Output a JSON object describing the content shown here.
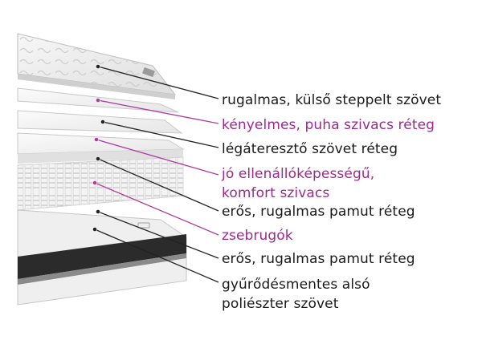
{
  "colors": {
    "black_label": "#1a1a1a",
    "purple_label": "#9b2a8e",
    "black_leader": "#222222",
    "purple_leader": "#b0399f"
  },
  "layers": [
    {
      "label": "rugalmas, külső steppelt szövet",
      "color": "black"
    },
    {
      "label": "kényelmes, puha szivacs réteg",
      "color": "purple"
    },
    {
      "label": "légáteresztő szövet réteg",
      "color": "black"
    },
    {
      "label_lines": [
        "jó ellenállóképességű,",
        "komfort szivacs"
      ],
      "color": "purple"
    },
    {
      "label": "erős, rugalmas pamut réteg",
      "color": "black"
    },
    {
      "label": "zsebrugók",
      "color": "purple"
    },
    {
      "label": "erős, rugalmas pamut réteg",
      "color": "black"
    },
    {
      "label_lines": [
        "gyűrődésmentes alsó",
        "poliészter szövet"
      ],
      "color": "black"
    }
  ]
}
